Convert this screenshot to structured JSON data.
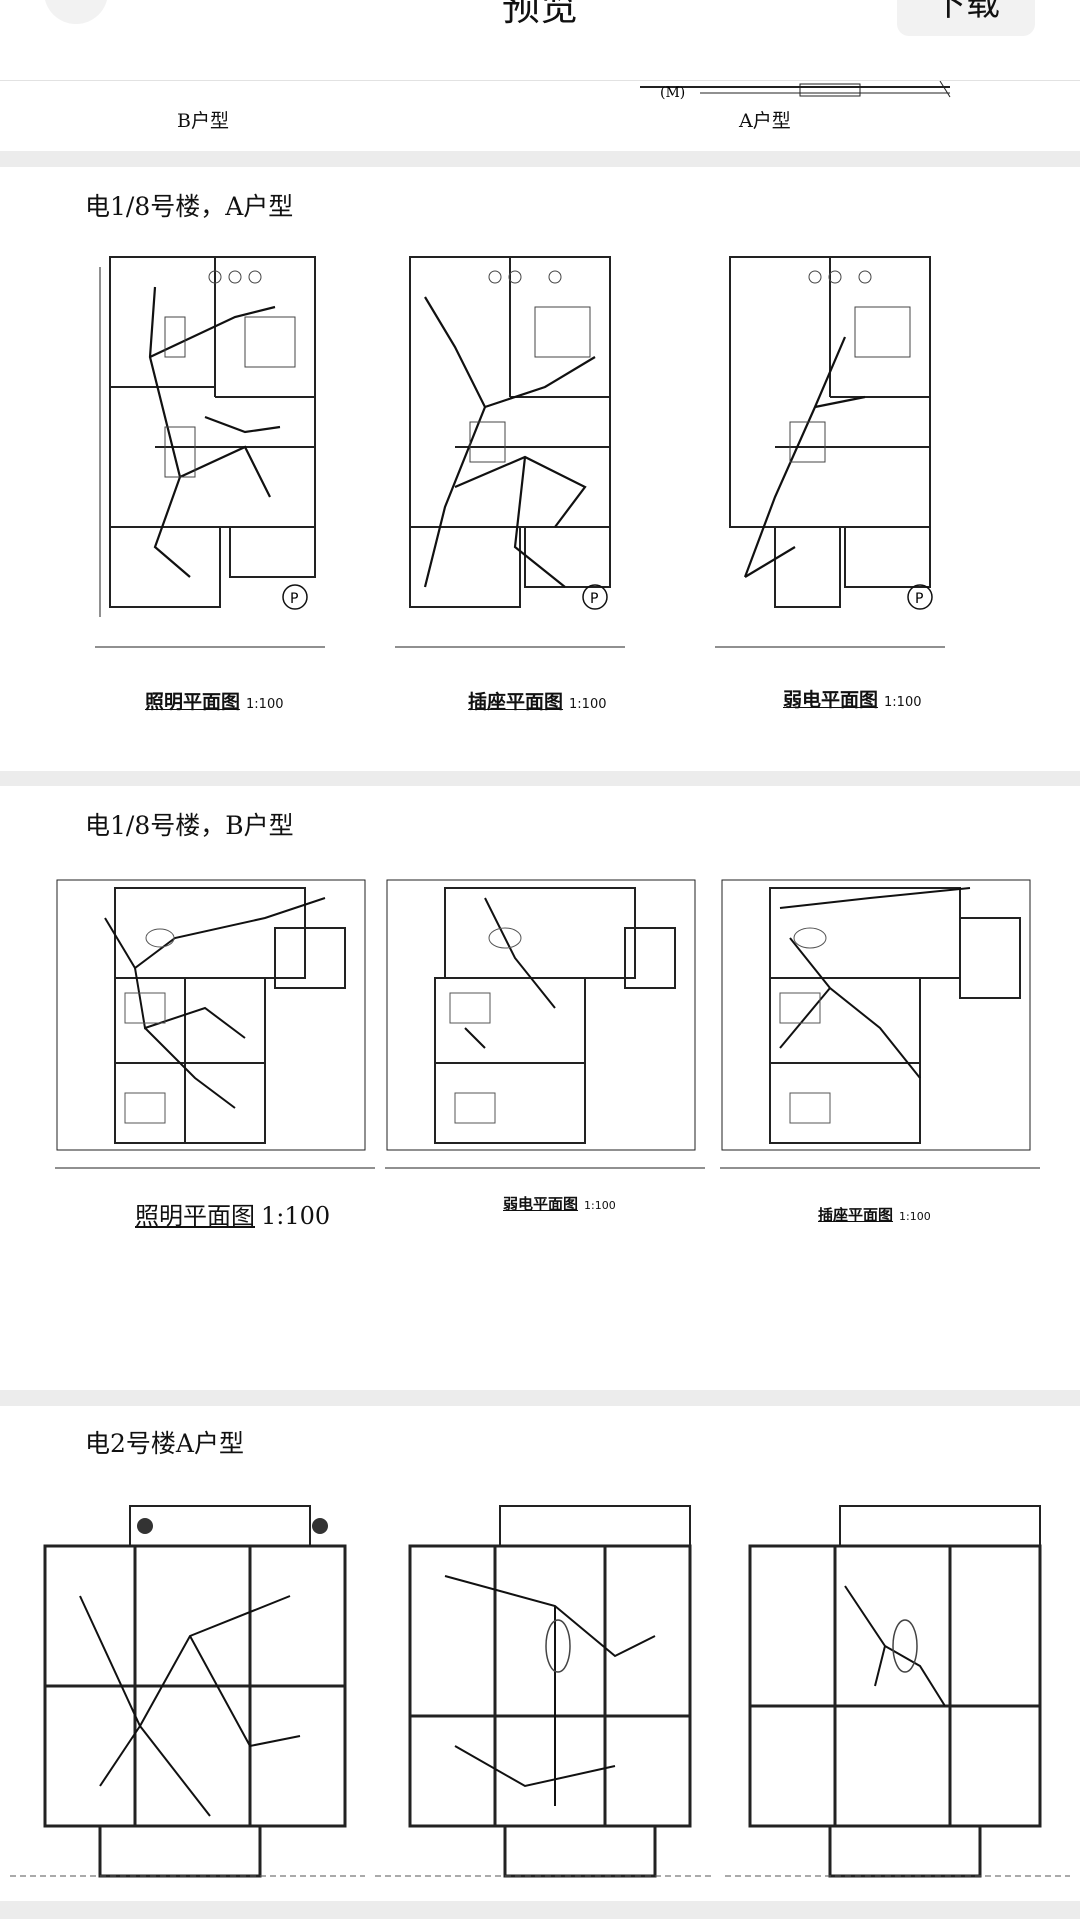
{
  "header": {
    "title": "预览",
    "download_label": "下载"
  },
  "sections": [
    {
      "id": "top",
      "labels": [
        "B户型",
        "A户型"
      ]
    },
    {
      "id": "s18a",
      "heading": "电1/8号楼，A户型",
      "plans": [
        {
          "caption": "照明平面图",
          "scale": "1:100"
        },
        {
          "caption": "插座平面图",
          "scale": "1:100"
        },
        {
          "caption": "弱电平面图",
          "scale": "1:100"
        }
      ]
    },
    {
      "id": "s18b",
      "heading": "电1/8号楼，B户型",
      "plans": [
        {
          "caption": "照明平面图",
          "scale": "1:100"
        },
        {
          "caption": "弱电平面图",
          "scale": "1:100"
        },
        {
          "caption": "插座平面图",
          "scale": "1:100"
        }
      ]
    },
    {
      "id": "s2a",
      "heading": "电2号楼A户型"
    }
  ]
}
